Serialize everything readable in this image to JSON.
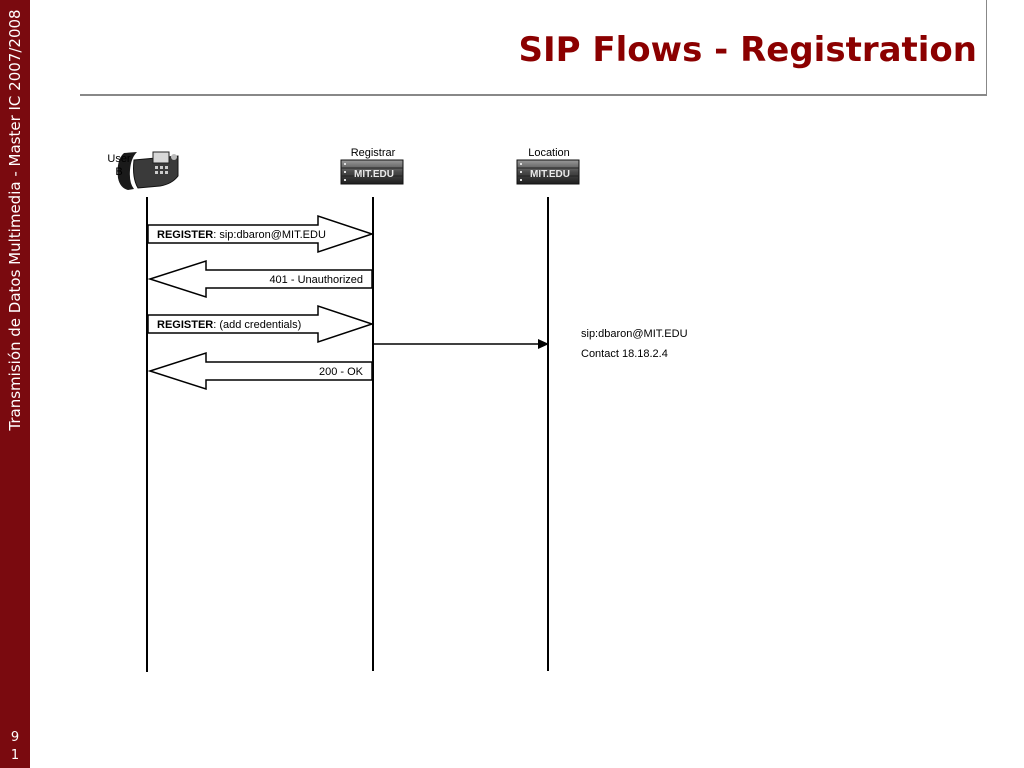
{
  "sidebar": {
    "text": "Transmisión de Datos Multimedia - Master IC 2007/2008",
    "page_digits": [
      "9",
      "1"
    ]
  },
  "slide": {
    "title": "SIP Flows - Registration"
  },
  "entities": {
    "user_label_line1": "User",
    "user_label_line2": "B",
    "registrar_label": "Registrar",
    "location_label": "Location",
    "server_brand": "MIT.EDU"
  },
  "messages": [
    {
      "bold": "REGISTER",
      "rest": ": sip:dbaron@MIT.EDU",
      "direction": "right"
    },
    {
      "bold": "",
      "rest": "401 - Unauthorized",
      "direction": "left"
    },
    {
      "bold": "REGISTER",
      "rest": ": (add credentials)",
      "direction": "right"
    },
    {
      "bold": "",
      "rest": "200 - OK",
      "direction": "left"
    }
  ],
  "location_binding": {
    "line1": "sip:dbaron@MIT.EDU",
    "line2": "Contact 18.18.2.4"
  },
  "colors": {
    "sidebar": "#7a0a0f",
    "title": "#8b0000",
    "frame": "#888888"
  }
}
